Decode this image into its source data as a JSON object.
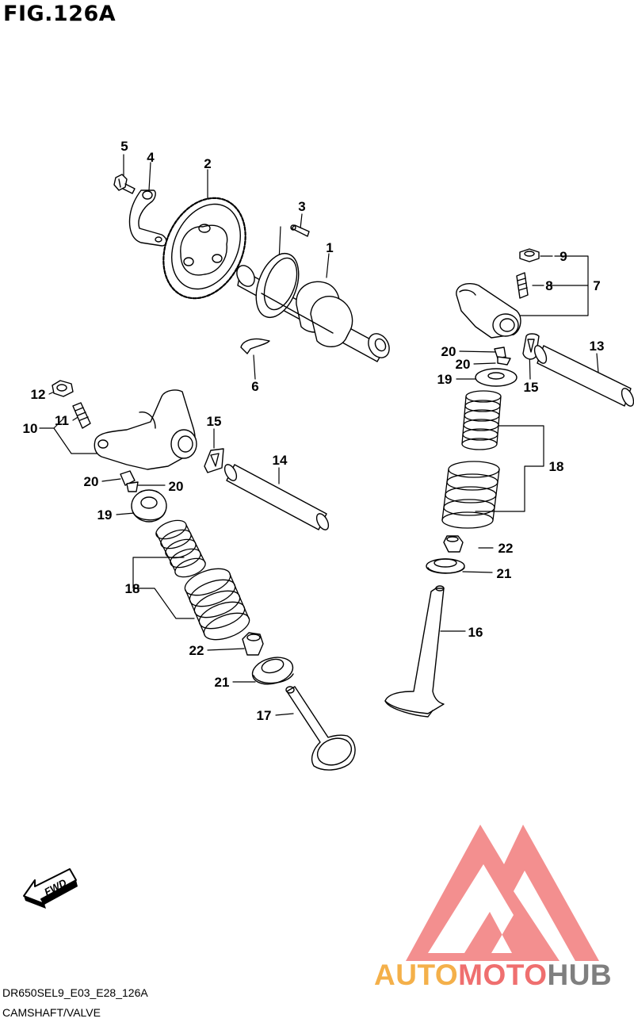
{
  "figure": {
    "title": "FIG.126A"
  },
  "footer": {
    "model_code": "DR650SEL9_E03_E28_126A",
    "section_name": "CAMSHAFT/VALVE"
  },
  "orientation": {
    "fwd_label": "FWD"
  },
  "watermark": {
    "brand_parts": [
      "AUTO",
      "MOTO",
      "HUB"
    ],
    "colors": {
      "triangle": "#ef6f6f",
      "auto": "#f4b04a",
      "moto": "#ef6f6f",
      "hub": "#7f7f7f"
    }
  },
  "callouts": {
    "c1": "1",
    "c2": "2",
    "c3": "3",
    "c4": "4",
    "c5": "5",
    "c6": "6",
    "c7": "7",
    "c8": "8",
    "c9": "9",
    "c10": "10",
    "c11": "11",
    "c12": "12",
    "c13": "13",
    "c14": "14",
    "c15a": "15",
    "c15b": "15",
    "c16": "16",
    "c17": "17",
    "c18a": "18",
    "c18b": "18",
    "c19a": "19",
    "c19b": "19",
    "c20a": "20",
    "c20b": "20",
    "c20c": "20",
    "c20d": "20",
    "c21a": "21",
    "c21b": "21",
    "c22a": "22",
    "c22b": "22"
  }
}
